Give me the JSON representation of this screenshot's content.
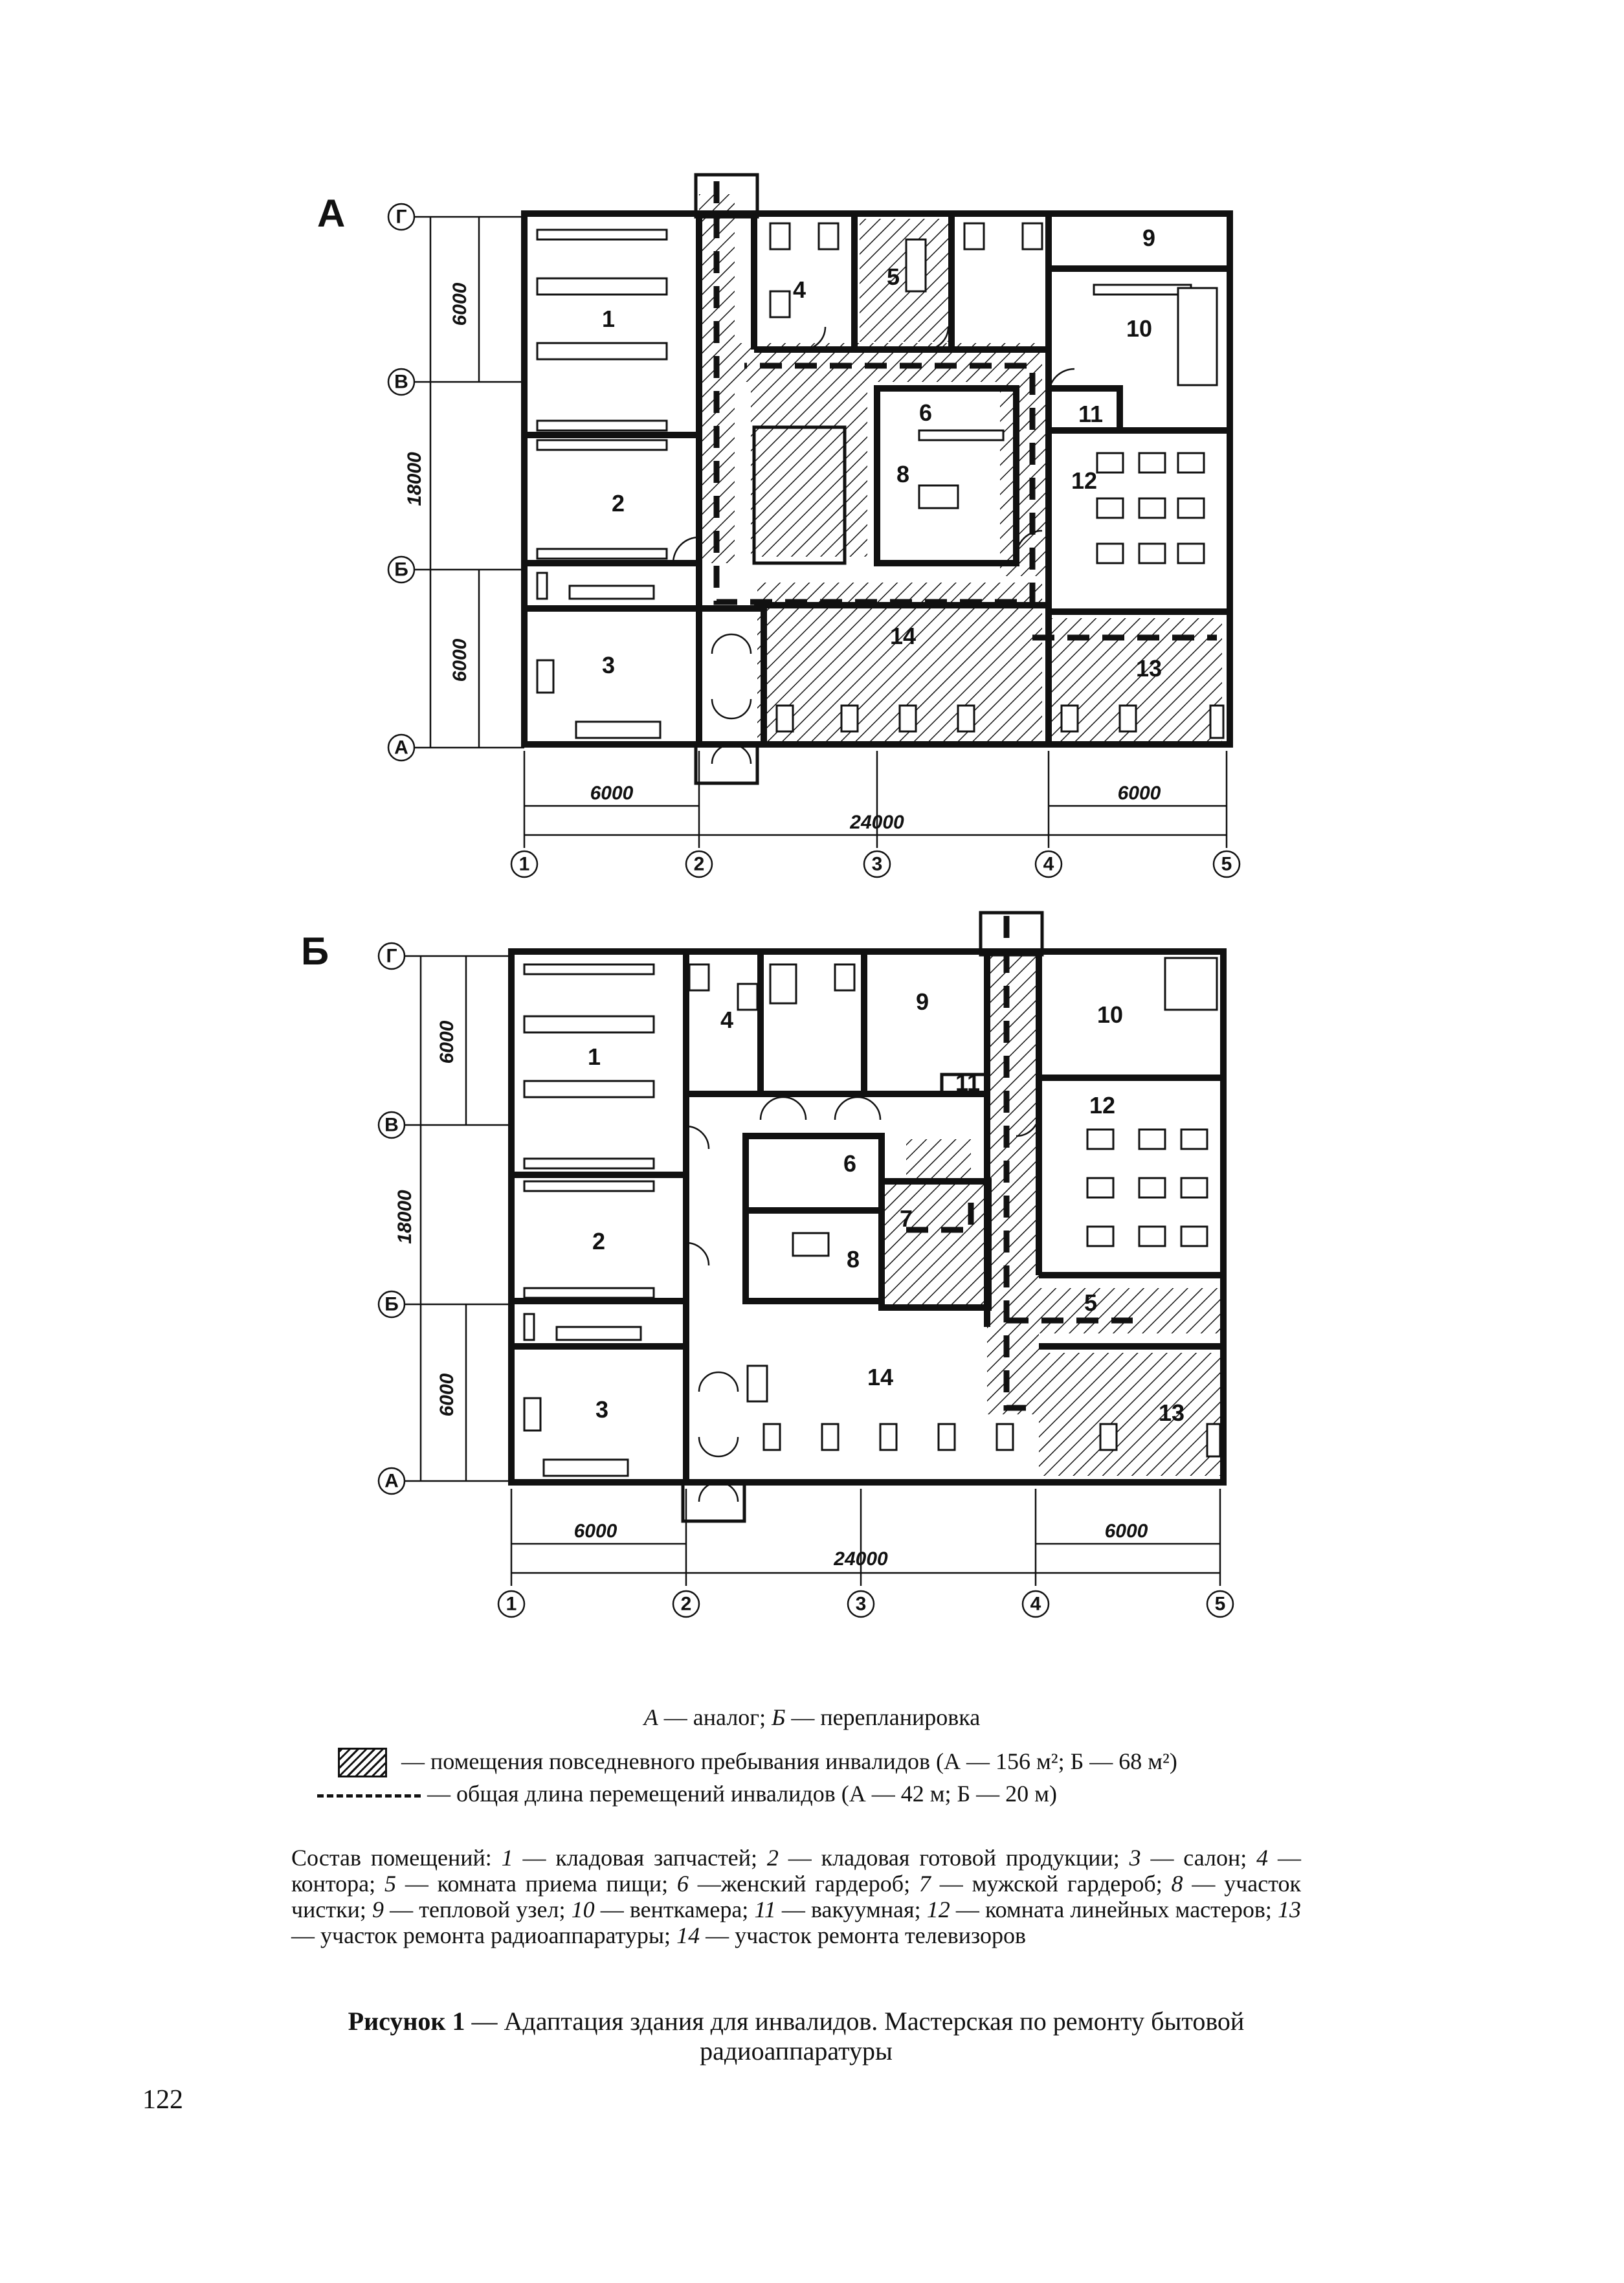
{
  "plans": [
    {
      "letter": "А",
      "rows": [
        "Г",
        "В",
        "Б",
        "А"
      ],
      "cols": [
        "1",
        "2",
        "3",
        "4",
        "5"
      ],
      "dims": {
        "top_left": "6000",
        "total_v": "18000",
        "bottom_left": "6000",
        "left": "6000",
        "total_h": "24000",
        "right": "6000"
      },
      "rooms": [
        "1",
        "2",
        "3",
        "4",
        "5",
        "6",
        "8",
        "9",
        "10",
        "11",
        "12",
        "13",
        "14"
      ]
    },
    {
      "letter": "Б",
      "rows": [
        "Г",
        "В",
        "Б",
        "А"
      ],
      "cols": [
        "1",
        "2",
        "3",
        "4",
        "5"
      ],
      "dims": {
        "top_left": "6000",
        "total_v": "18000",
        "bottom_left": "6000",
        "left": "6000",
        "total_h": "24000",
        "right": "6000"
      },
      "rooms": [
        "1",
        "2",
        "3",
        "4",
        "6",
        "7",
        "8",
        "9",
        "10",
        "11",
        "12",
        "13",
        "14",
        "5"
      ]
    }
  ],
  "caption": {
    "a_letter": "А",
    "a_text": " — аналог; ",
    "b_letter": "Б",
    "b_text": " — перепланировка"
  },
  "legend": {
    "hatched": "— помещения повседневного пребывания инвалидов (А — 156 м²; Б — 68 м²)",
    "dashed": "— общая длина перемещений инвалидов (А — 42 м; Б — 20 м)"
  },
  "composition": {
    "intro": "Состав помещений: ",
    "items": [
      {
        "n": "1",
        "t": " — кладовая запчастей; "
      },
      {
        "n": "2",
        "t": " — кладовая готовой продукции; "
      },
      {
        "n": "3",
        "t": " — салон; "
      },
      {
        "n": "4",
        "t": " — контора; "
      },
      {
        "n": "5",
        "t": " — комната приема пищи; "
      },
      {
        "n": "6",
        "t": " —женский гардероб; "
      },
      {
        "n": "7",
        "t": " — мужской гардероб; "
      },
      {
        "n": "8",
        "t": " — участок чистки; "
      },
      {
        "n": "9",
        "t": " — тепловой узел; "
      },
      {
        "n": "10",
        "t": " — венткамера; "
      },
      {
        "n": "11",
        "t": " — вакуумная; "
      },
      {
        "n": "12",
        "t": " — комната линейных мастеров; "
      },
      {
        "n": "13",
        "t": " — участок ремонта радиоаппаратуры; "
      },
      {
        "n": "14",
        "t": " — участок ремонта телевизоров"
      }
    ]
  },
  "figure": {
    "label": "Рисунок 1",
    "title": " — Адаптация здания для инвалидов. Мастерская по ремонту бытовой радиоаппаратуры"
  },
  "page_number": "122"
}
